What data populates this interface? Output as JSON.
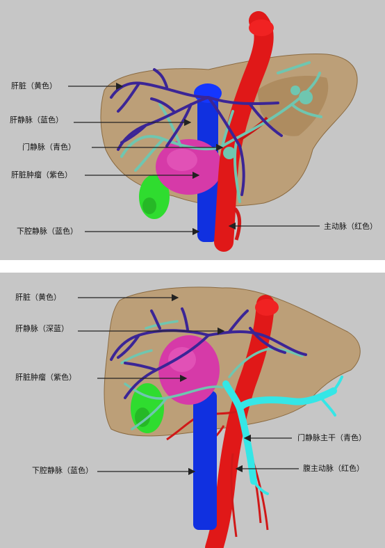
{
  "top_panel": {
    "labels": {
      "liver": "肝脏（黄色）",
      "hepatic_vein": "肝静脉（蓝色）",
      "portal_vein": "门静脉（青色）",
      "tumor": "肝脏肿瘤（紫色）",
      "ivc": "下腔静脉（蓝色）",
      "aorta": "主动脉（红色）"
    }
  },
  "bottom_panel": {
    "labels": {
      "liver": "肝脏（黄色）",
      "hepatic_vein": "肝静脉（深蓝）",
      "tumor": "肝脏肿瘤（紫色）",
      "ivc": "下腔静脉（蓝色）",
      "portal_trunk": "门静脉主干（青色）",
      "abdominal_aorta": "腹主动脉（红色）"
    }
  },
  "colors": {
    "background": "#c6c6c6",
    "liver": "#b8925e",
    "hepatic_vein": "#3b2596",
    "portal_vein": "#6fc6b0",
    "portal_trunk_bright": "#35e6e6",
    "tumor": "#d63aa8",
    "gallbladder": "#2fdc2f",
    "ivc": "#1030e0",
    "aorta": "#e01818"
  }
}
